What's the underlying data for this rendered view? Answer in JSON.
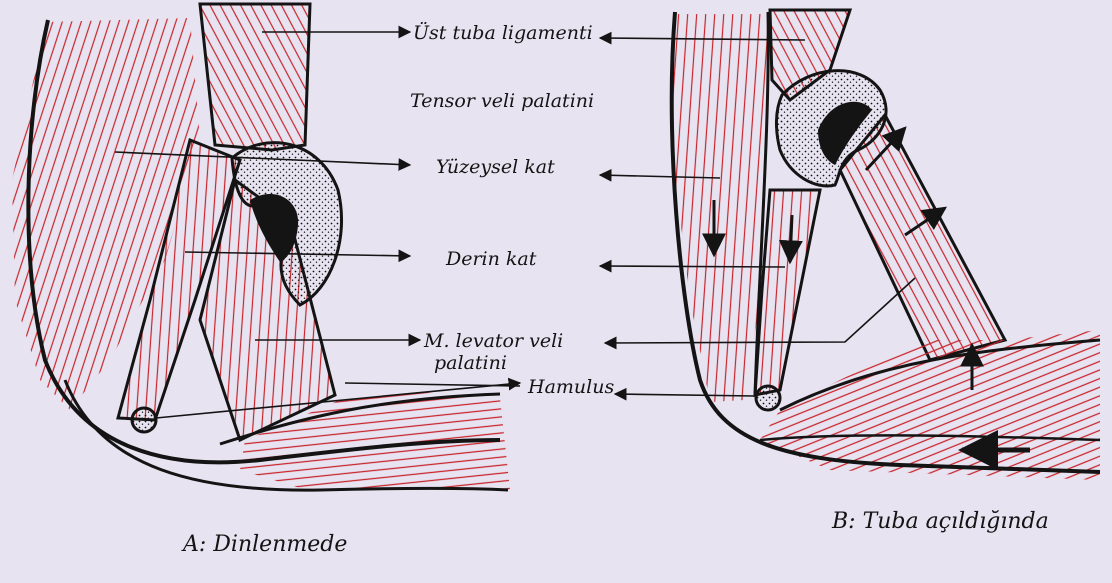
{
  "labels": {
    "ust_tuba": "Üst tuba ligamenti",
    "tensor": "Tensor veli palatini",
    "yuzeysel": "Yüzeysel kat",
    "derin": "Derin kat",
    "levator_line1": "M. levator veli",
    "levator_line2": "palatini",
    "hamulus": "Hamulus"
  },
  "captions": {
    "a": "A: Dinlenmede",
    "b": "B: Tuba açıldığında"
  },
  "colors": {
    "paper": "#e7e3f0",
    "ink": "#141414",
    "muscle_fiber": "#c8242b"
  }
}
